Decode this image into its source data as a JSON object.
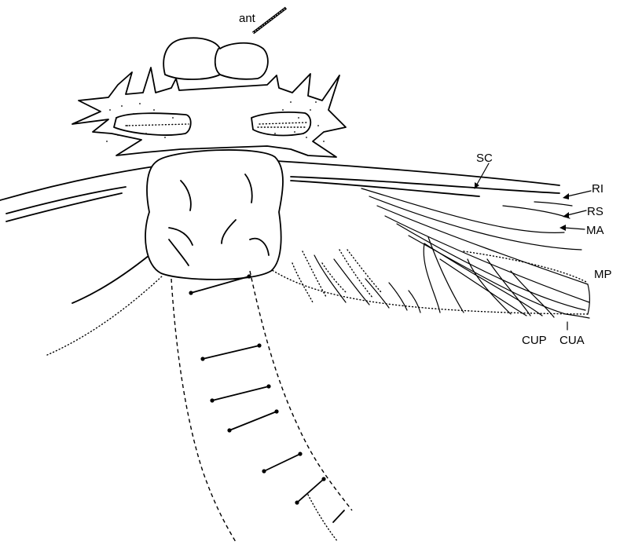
{
  "figure": {
    "background": "#ffffff",
    "ink": "#000000"
  },
  "labels": {
    "ant": "ant",
    "sc": "SC",
    "ri": "RI",
    "rs": "RS",
    "ma": "MA",
    "mp": "MP",
    "cup": "CUP",
    "cua": "CUA"
  }
}
